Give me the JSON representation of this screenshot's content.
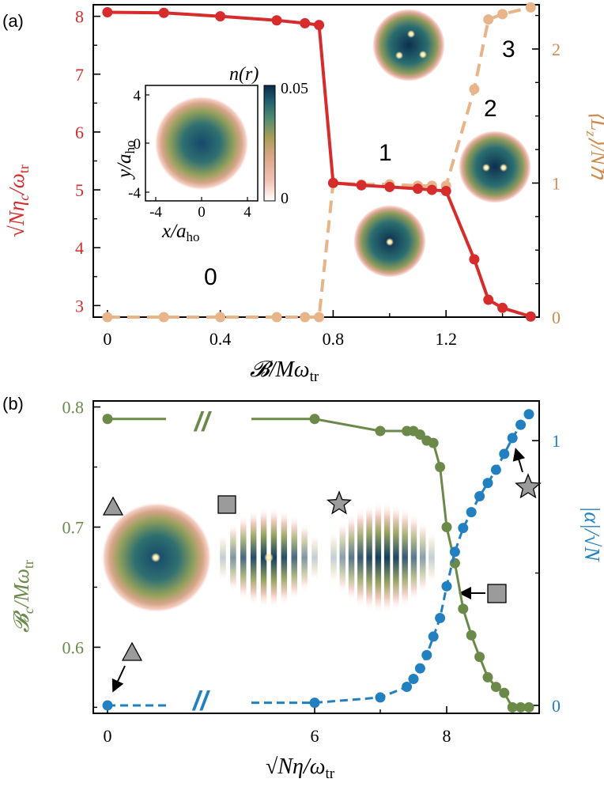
{
  "colors": {
    "a_left": "#d62c2c",
    "a_right": "#e8b48a",
    "a_right_axis": "#cf8a4e",
    "olive": "#9a9a3f",
    "b_left": "#6b8a4a",
    "b_right": "#2380c0",
    "marker_fill": "#9b9b9b",
    "cmap": [
      "#ffffff",
      "#f3c4b8",
      "#e8a49a",
      "#b7a25a",
      "#4f8b73",
      "#1a5a6c",
      "#0b2e4e"
    ]
  },
  "panel_a": {
    "label": "(a)",
    "xlabel": "𝓑/Mω",
    "xlabel_sub": "tr",
    "ylabel_left": "√Nη",
    "ylabel_left_c": "c",
    "ylabel_left_den": "/ω",
    "ylabel_left_sub": "tr",
    "ylabel_right": "⟨L",
    "ylabel_right_sub": "z",
    "ylabel_right_rest": "⟩/Nℏ",
    "xticks": [
      "0",
      "0.4",
      "0.8",
      "1.2"
    ],
    "yticks_left": [
      "3",
      "4",
      "5",
      "6",
      "7",
      "8"
    ],
    "yticks_right": [
      "0",
      "1",
      "2"
    ],
    "region_labels": [
      "0",
      "1",
      "2",
      "3"
    ],
    "inset": {
      "title": "n(r)",
      "xlabel": "x/a",
      "xlabel_sub": "ho",
      "ylabel": "y/a",
      "ylabel_sub": "ho",
      "xticks": [
        "-4",
        "0",
        "4"
      ],
      "yticks": [
        "4",
        "0",
        "-4"
      ],
      "cbar_ticks": [
        "0.05",
        "0"
      ]
    }
  },
  "panel_b": {
    "label": "(b)",
    "xlabel": "√Nη/ω",
    "xlabel_sub": "tr",
    "ylabel_left": "𝓑",
    "ylabel_left_c": "c",
    "ylabel_left_den": "/Mω",
    "ylabel_left_sub": "tr",
    "ylabel_right": "|α|/√N",
    "xticks": [
      "0",
      "6",
      "8"
    ],
    "yticks_left": [
      "0.6",
      "0.7",
      "0.8"
    ],
    "yticks_right": [
      "0",
      "1"
    ],
    "break_mark": "//"
  },
  "chart_data": [
    {
      "type": "line",
      "panel": "a",
      "xlabel": "𝓑/Mω_tr",
      "ylabel": "√Nη_c/ω_tr",
      "ylabel_right": "⟨L_z⟩/Nℏ",
      "xlim": [
        -0.05,
        1.53
      ],
      "ylim": [
        2.8,
        8.2
      ],
      "ylim_right": [
        0,
        2.33
      ],
      "series": [
        {
          "name": "√Nη_c/ω_tr",
          "axis": "left",
          "style": "solid",
          "x": [
            0,
            0.2,
            0.4,
            0.6,
            0.7,
            0.75,
            0.8,
            0.9,
            1.0,
            1.1,
            1.15,
            1.2,
            1.3,
            1.35,
            1.4,
            1.5
          ],
          "y": [
            8.07,
            8.06,
            8.0,
            7.93,
            7.88,
            7.85,
            5.12,
            5.08,
            5.05,
            5.02,
            5.0,
            4.98,
            3.8,
            3.1,
            2.96,
            2.81
          ]
        },
        {
          "name": "⟨L_z⟩/Nℏ",
          "axis": "right",
          "style": "dashed",
          "x": [
            0,
            0.2,
            0.4,
            0.6,
            0.7,
            0.75,
            0.8,
            0.9,
            1.0,
            1.1,
            1.15,
            1.2,
            1.3,
            1.35,
            1.4,
            1.5
          ],
          "y": [
            0,
            0,
            0,
            0,
            0,
            0,
            1.0,
            0.99,
            0.99,
            0.98,
            0.98,
            0.98,
            1.7,
            2.22,
            2.26,
            2.31
          ]
        }
      ]
    },
    {
      "type": "line",
      "panel": "b",
      "xlabel": "√Nη/ω_tr",
      "ylabel": "𝓑_c/Mω_tr",
      "ylabel_right": "|α|/√N",
      "x_broken_axis": true,
      "ylim": [
        0.545,
        0.805
      ],
      "ylim_right": [
        -0.03,
        1.15
      ],
      "series": [
        {
          "name": "𝓑_c/Mω_tr",
          "axis": "left",
          "style": "solid",
          "x": [
            0,
            6,
            7,
            7.4,
            7.5,
            7.6,
            7.7,
            7.8,
            7.9,
            8.0,
            8.1,
            8.2,
            8.3,
            8.4,
            8.5,
            8.6,
            8.7,
            8.8,
            8.9,
            9.0
          ],
          "y": [
            0.79,
            0.79,
            0.78,
            0.78,
            0.78,
            0.777,
            0.772,
            0.77,
            0.75,
            0.7,
            0.67,
            0.632,
            0.61,
            0.592,
            0.575,
            0.567,
            0.562,
            0.55,
            0.55,
            0.55
          ]
        },
        {
          "name": "|α|/√N",
          "axis": "right",
          "style": "dashed",
          "x": [
            0,
            6,
            7,
            7.4,
            7.5,
            7.6,
            7.7,
            7.8,
            7.9,
            8.0,
            8.1,
            8.2,
            8.3,
            8.4,
            8.5,
            8.6,
            8.7,
            8.8,
            8.9,
            9.0
          ],
          "y": [
            0,
            0.01,
            0.03,
            0.07,
            0.1,
            0.14,
            0.19,
            0.26,
            0.33,
            0.45,
            0.58,
            0.67,
            0.73,
            0.79,
            0.84,
            0.89,
            0.95,
            1.01,
            1.06,
            1.1
          ]
        }
      ]
    }
  ]
}
